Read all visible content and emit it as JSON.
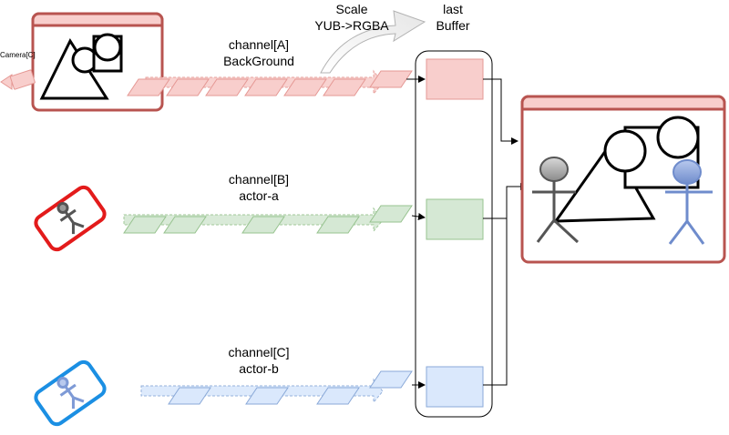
{
  "camera_label": "Camera[C]",
  "channels": [
    {
      "line1": "channel[A]",
      "line2": "BackGround",
      "fill": "#f8cecc",
      "stroke": "#e59894"
    },
    {
      "line1": "channel[B]",
      "line2": "actor-a",
      "fill": "#d5e8d4",
      "stroke": "#97c38f"
    },
    {
      "line1": "channel[C]",
      "line2": "actor-b",
      "fill": "#dae8fc",
      "stroke": "#8aa9d8"
    }
  ],
  "scale": {
    "line1": "Scale",
    "line2": "YUB->RGBA"
  },
  "last_buffer": {
    "line1": "last",
    "line2": "Buffer"
  },
  "colors": {
    "window_border": "#b85450",
    "window_titlebar": "#f8cecc",
    "phone_red": "#e31b1b",
    "phone_blue": "#1b8fe3",
    "actor_gray": "#999999",
    "actor_blue": "#7e9ad6"
  }
}
